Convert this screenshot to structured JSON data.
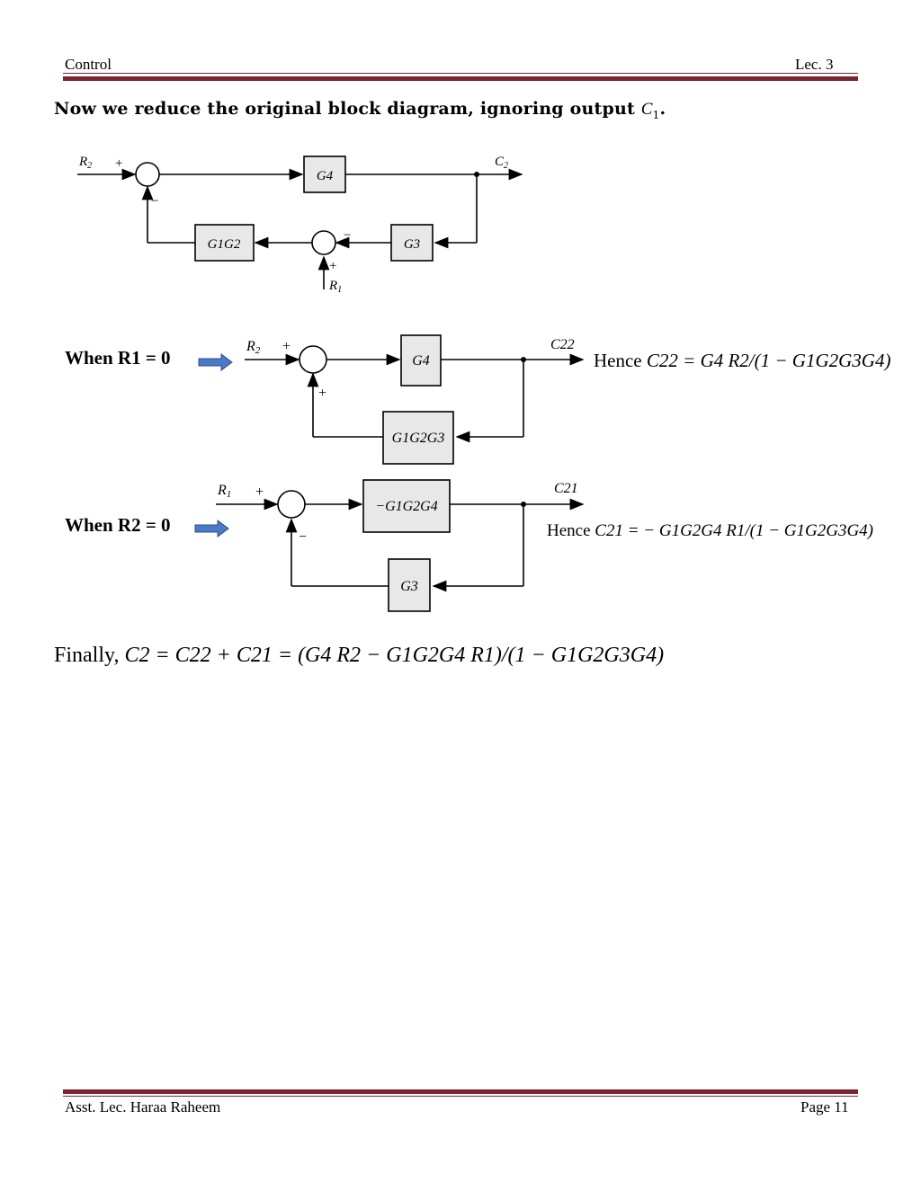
{
  "header": {
    "left": "Control",
    "right": "Lec. 3"
  },
  "intro": {
    "text": "Now we reduce the original block diagram, ignoring output",
    "symbol": "C",
    "sub": "1",
    "end": "."
  },
  "diagram1": {
    "input": "R",
    "input_sub": "2",
    "output": "C",
    "output_sub": "2",
    "block_forward": "G4",
    "block_feedback_left": "G1G2",
    "block_feedback_right": "G3",
    "second_input": "R",
    "second_input_sub": "1",
    "sign_plus": "+",
    "sign_minus": "−"
  },
  "case1": {
    "label": "When R1 = 0",
    "hence": "Hence",
    "equation": "C22 = G4 R2/(1 − G1G2G3G4)",
    "output": "C22",
    "block_forward": "G4",
    "block_feedback": "G1G2G3"
  },
  "case2": {
    "label": "When R2 = 0",
    "hence": "Hence",
    "equation": "C21 = − G1G2G4 R1/(1 − G1G2G3G4)",
    "output": "C21",
    "block_forward": "−G1G2G4",
    "block_feedback": "G3"
  },
  "final": {
    "prefix": "Finally,",
    "equation": "C2 = C22 + C21 = (G4 R2 − G1G2G4 R1)/(1 − G1G2G3G4)"
  },
  "footer": {
    "left": "Asst. Lec. Haraa Raheem",
    "right": "Page 11"
  },
  "colors": {
    "rule": "#7b2430",
    "arrow_fill": "#4a7ac4",
    "arrow_stroke": "#2c4f8a",
    "block_fill": "#e8e8e8"
  }
}
